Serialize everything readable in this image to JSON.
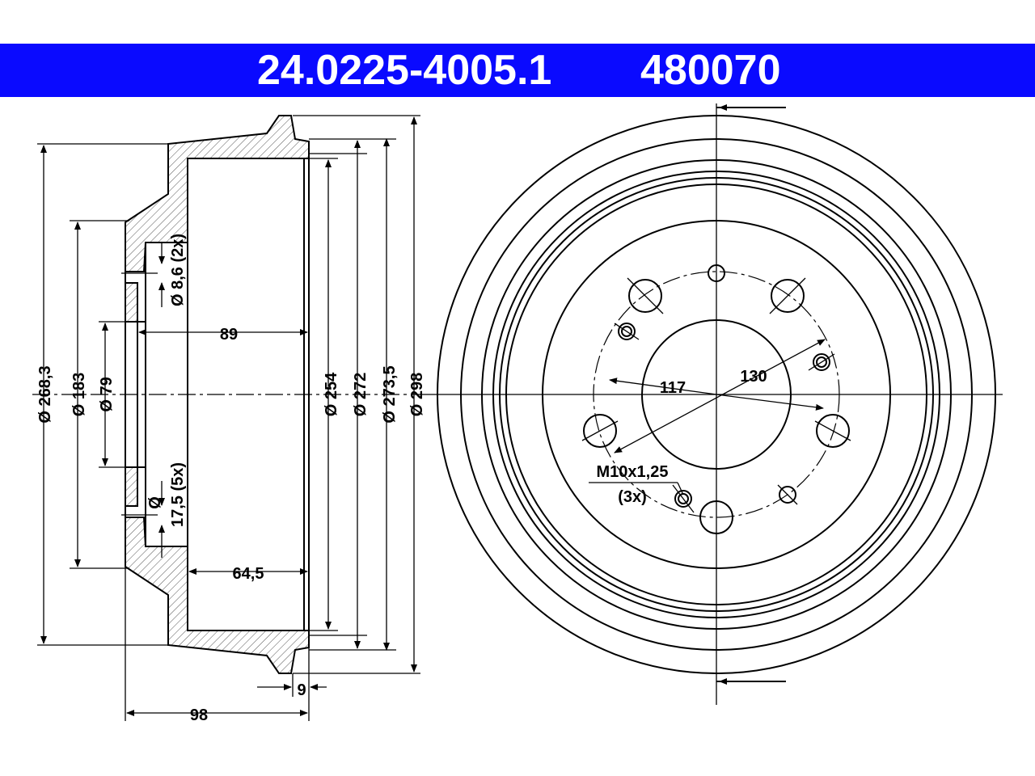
{
  "header": {
    "part_number": "24.0225-4005.1",
    "ref_number": "480070",
    "background_color": "#0a0aff",
    "text_color": "#ffffff"
  },
  "section_view": {
    "diameters": {
      "d268": "Ø 268,3",
      "d183": "Ø 183",
      "d79": "Ø 79",
      "d254": "Ø 254",
      "d272": "Ø 272",
      "d273": "Ø 273,5",
      "d298": "Ø 298"
    },
    "holes": {
      "small_hole": "Ø 8,6 (2x)",
      "large_hole_d": "Ø",
      "large_hole": "17,5 (5x)"
    },
    "lengths": {
      "l89": "89",
      "l64": "64,5",
      "l9": "9",
      "l98": "98"
    }
  },
  "front_view": {
    "pcd_117": "117",
    "pcd_130": "130",
    "thread": "M10x1,25",
    "thread_count": "(3x)"
  }
}
